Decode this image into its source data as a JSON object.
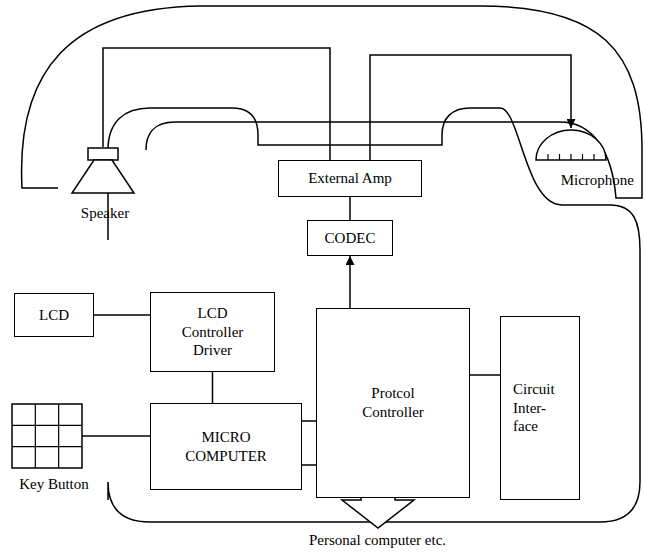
{
  "diagram": {
    "nodes": [
      {
        "text": [
          "Speaker"
        ]
      },
      {
        "text": [
          "Microphone"
        ]
      },
      {
        "text": [
          "External Amp"
        ]
      },
      {
        "text": [
          "CODEC"
        ]
      },
      {
        "text": [
          "LCD"
        ]
      },
      {
        "text": [
          "LCD Controller Driver"
        ]
      },
      {
        "text": [
          "Protcol Controller"
        ]
      },
      {
        "text": [
          "Circuit Inter- face"
        ]
      },
      {
        "text": [
          "Key Button"
        ]
      },
      {
        "text": [
          "MICRO COMPUTER"
        ]
      }
    ],
    "edges": [
      {
        "from": 2,
        "to": 0,
        "arrow": "none"
      },
      {
        "from": 2,
        "to": 1,
        "arrow": "to"
      },
      {
        "from": 2,
        "to": 3,
        "arrow": "none"
      },
      {
        "from": 6,
        "to": 3,
        "arrow": "to"
      },
      {
        "from": 4,
        "to": 5,
        "arrow": "none"
      },
      {
        "from": 5,
        "to": 9,
        "arrow": "none"
      },
      {
        "from": 9,
        "to": 6,
        "arrow": "none"
      },
      {
        "from": 6,
        "to": 7,
        "arrow": "none"
      },
      {
        "from": 8,
        "to": 9,
        "arrow": "none"
      }
    ],
    "labels": [
      "Personal computer etc."
    ]
  }
}
